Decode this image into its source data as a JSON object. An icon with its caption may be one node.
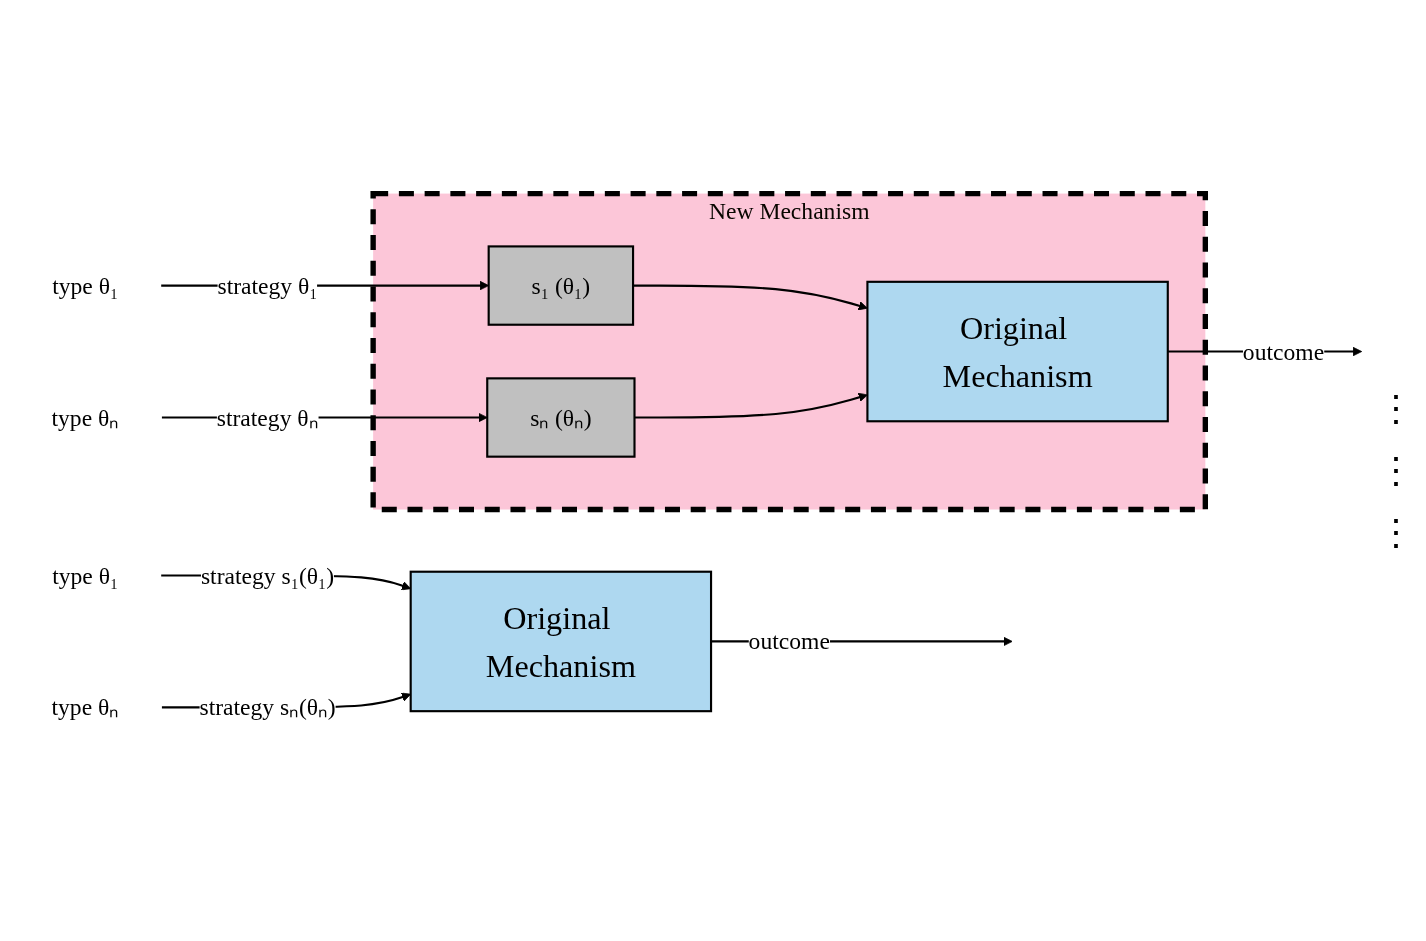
{
  "diagram": {
    "nodes": [
      {
        "text": [
          "type θ₁"
        ]
      },
      {
        "text": [
          "type θₙ"
        ]
      },
      {
        "text": [
          "Original Mechanism"
        ]
      },
      {
        "text": [
          "type θ₁"
        ]
      },
      {
        "text": [
          "type θₙ"
        ]
      },
      {
        "text": [
          "New Mechanism"
        ]
      },
      {
        "text": [
          "s₁ (θ₁)"
        ],
        "in": 5
      },
      {
        "text": [
          "sₙ (θₙ)"
        ],
        "in": 5
      },
      {
        "text": [
          "Original Mechanism"
        ],
        "in": 5
      }
    ],
    "edges": [
      {
        "from": 0,
        "to": 2,
        "arrow": "to",
        "label": "strategy s₁(θ₁)"
      },
      {
        "from": 1,
        "to": 2,
        "arrow": "to",
        "label": "strategy sₙ(θₙ)"
      },
      {
        "from": 2,
        "to": null,
        "arrow": "to",
        "label": "outcome"
      },
      {
        "from": 3,
        "to": 6,
        "arrow": "to",
        "label": "strategy θ₁"
      },
      {
        "from": 4,
        "to": 7,
        "arrow": "to",
        "label": "strategy θₙ"
      },
      {
        "from": 6,
        "to": 8,
        "arrow": "to"
      },
      {
        "from": 7,
        "to": 8,
        "arrow": "to"
      },
      {
        "from": 8,
        "to": null,
        "arrow": "to",
        "label": "outcome"
      }
    ],
    "labels": [
      "⋮",
      "⋮",
      "⋮"
    ]
  }
}
